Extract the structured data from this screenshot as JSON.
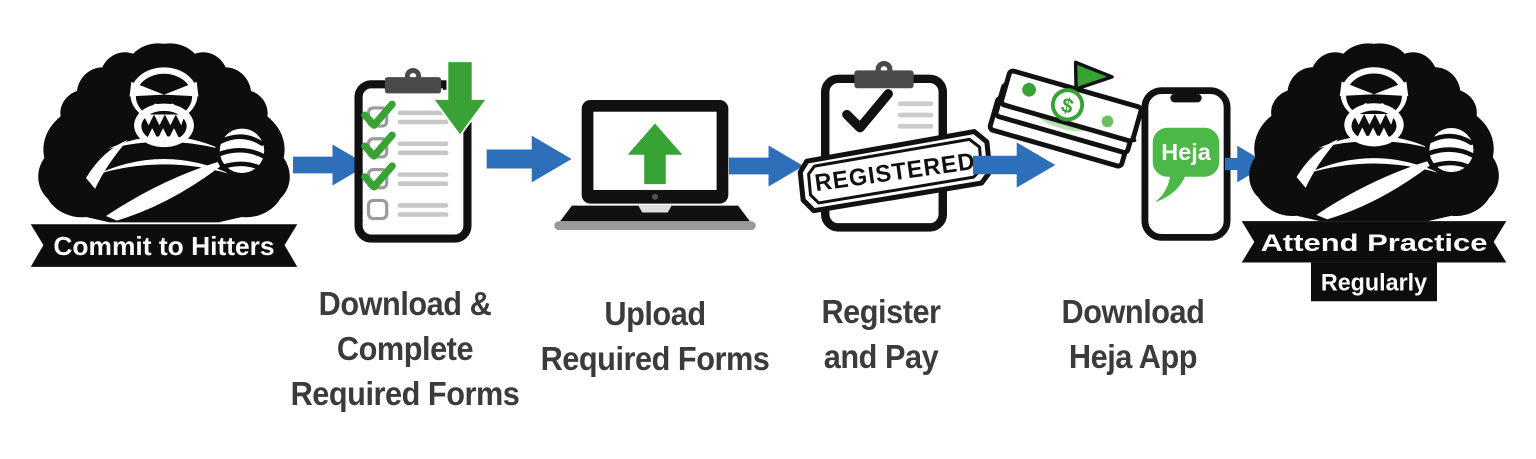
{
  "diagram": {
    "start": {
      "banner": "Commit to Hitters",
      "icon": "gorilla-mascot"
    },
    "steps": [
      {
        "id": "download-forms",
        "icon": "clipboard-checklist-with-download-arrow",
        "label_lines": [
          "Download &",
          "Complete",
          "Required Forms"
        ]
      },
      {
        "id": "upload-forms",
        "icon": "laptop-with-upload-arrow",
        "label_lines": [
          "Upload",
          "Required Forms"
        ]
      },
      {
        "id": "register-and-pay",
        "icon": "clipboard-with-registered-stamp-and-cash",
        "stamp": "REGISTERED",
        "cash_symbol": "$",
        "label_lines": [
          "Register",
          "and Pay"
        ]
      },
      {
        "id": "download-heja-app",
        "icon": "smartphone-with-heja-app",
        "app_name": "Heja",
        "label_lines": [
          "Download",
          "Heja App"
        ]
      }
    ],
    "end": {
      "banner_lines": [
        "Attend Practice",
        "Regularly"
      ],
      "icon": "gorilla-mascot"
    },
    "connector_icon": "blue-right-arrow"
  },
  "colors": {
    "arrow_blue": "#2d6fb9",
    "accent_green": "#38a235",
    "heja_green": "#4cb848",
    "ink_black": "#0d0d0d",
    "clip_gray": "#4a4a4a",
    "line_gray": "#c7c7c7",
    "label_gray": "#3b3b3d",
    "background": "#ffffff"
  }
}
